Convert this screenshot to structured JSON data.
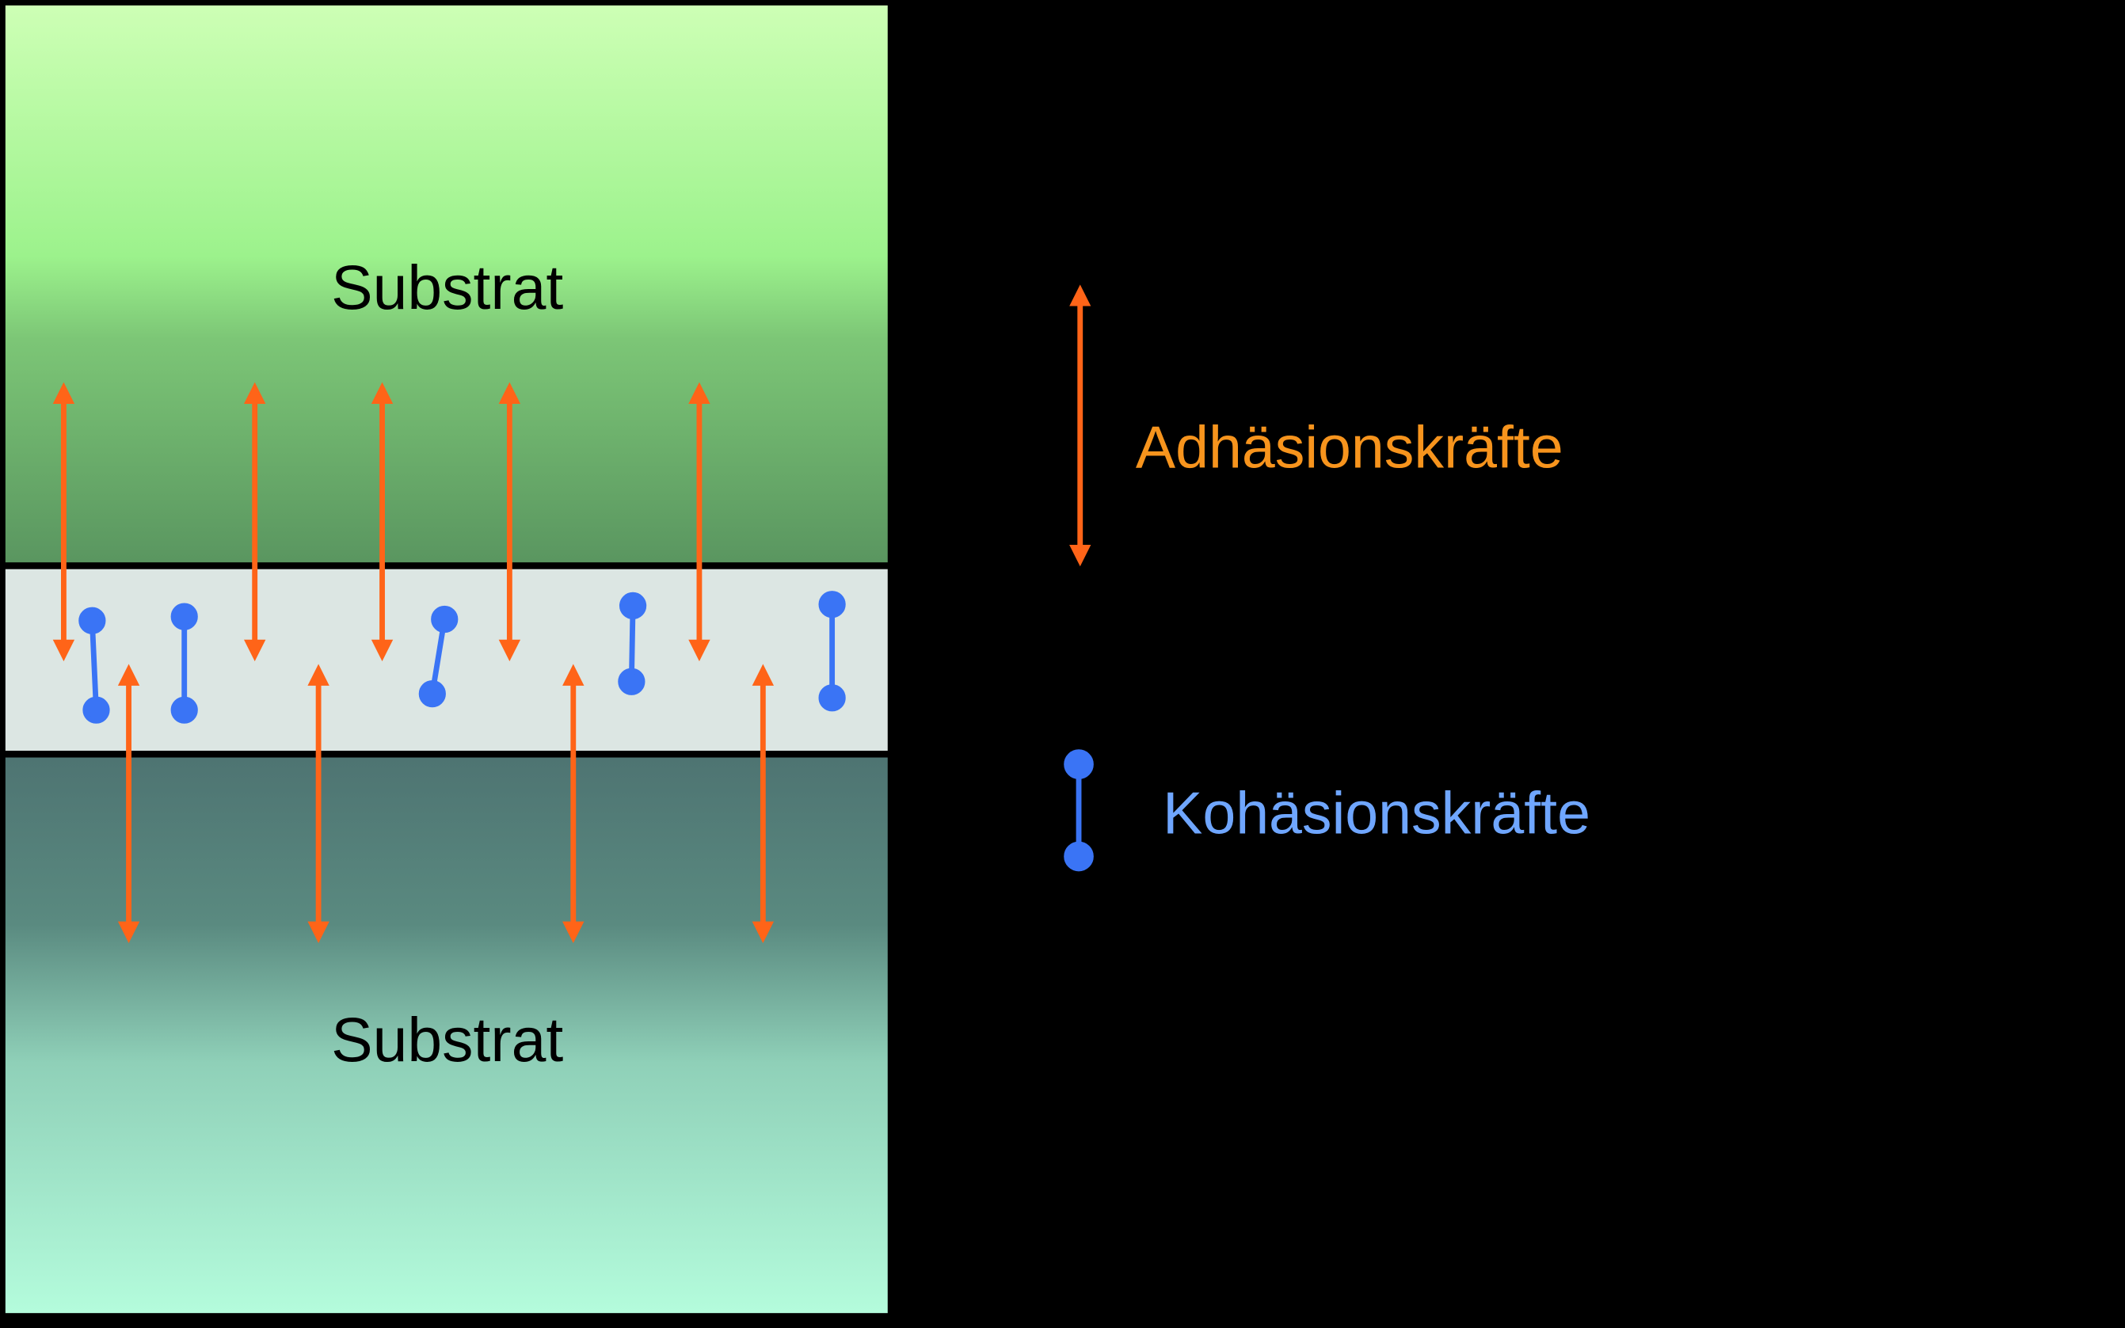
{
  "diagram": {
    "substrate_top_label": "Substrat",
    "substrate_bottom_label": "Substrat",
    "legend": {
      "adhesion_label": "Adhäsionskräfte",
      "cohesion_label": "Kohäsionskräfte"
    }
  },
  "colors": {
    "adhesion": "#ff6418",
    "adhesion_text": "#f7941d",
    "cohesion": "#3a74f5",
    "cohesion_text": "#6fa6ff",
    "adhesive_layer": "#dce6e3",
    "background": "#000000"
  }
}
